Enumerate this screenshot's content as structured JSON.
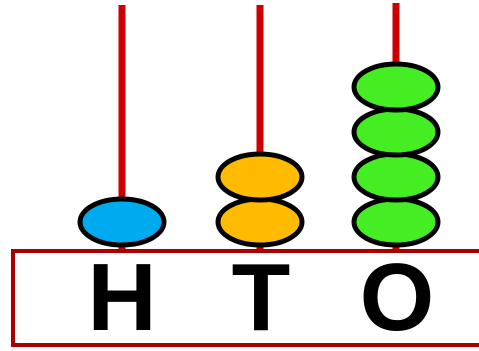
{
  "abacus": {
    "rods": [
      {
        "label": "H",
        "beads": 1,
        "bead_color": "#00aaee"
      },
      {
        "label": "T",
        "beads": 2,
        "bead_color": "#ffbb00"
      },
      {
        "label": "O",
        "beads": 4,
        "bead_color": "#44ee22"
      }
    ],
    "rod_color": "#cc0000",
    "frame_color": "#aa0000",
    "bead_outline_color": "#000000"
  }
}
